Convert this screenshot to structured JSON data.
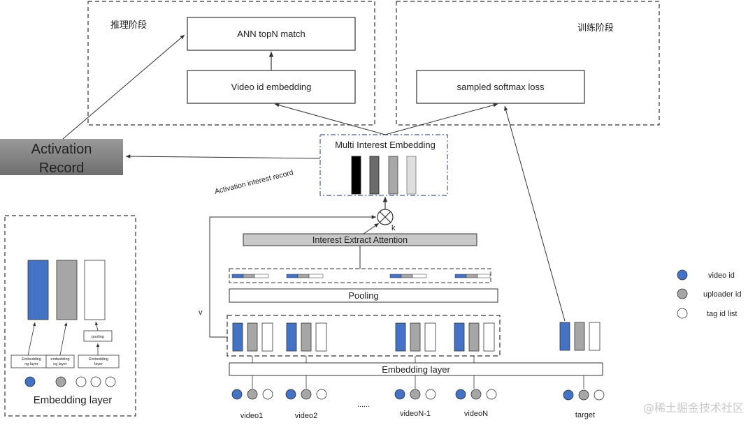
{
  "inference_stage": {
    "title": "推理阶段",
    "ann_box": "ANN topN match",
    "video_embedding_box": "Video id embedding"
  },
  "training_stage": {
    "title": "训练阶段",
    "loss_box": "sampled softmax loss"
  },
  "activation_record": {
    "line1": "Activation",
    "line2": "Record"
  },
  "activation_interest_record_label": "Activation interest  record",
  "multi_interest_embedding": {
    "label": "Multi Interest Embedding",
    "bar_colors": [
      "#000000",
      "#6b6b6b",
      "#a8a8a8",
      "#dedede"
    ]
  },
  "k_label": "k",
  "v_label": "v",
  "interest_extract_attention": "Interest Extract Attention",
  "pooling": "Pooling",
  "embedding_layer": "Embedding layer",
  "ellipsis": "......",
  "videos": [
    "video1",
    "video2",
    "videoN-1",
    "videoN",
    "target"
  ],
  "legend": [
    {
      "label": "video id",
      "color": "#4472c4"
    },
    {
      "label": "uploader id",
      "color": "#a6a6a6"
    },
    {
      "label": "tag id list",
      "color": "#ffffff"
    }
  ],
  "inset": {
    "title": "Embedding layer",
    "pooling_small": "pooling",
    "small_labels": [
      {
        "line1": "Embedding",
        "line2": "ng layer"
      },
      {
        "line1": "embedding",
        "line2": "ng layer"
      },
      {
        "line1": "Embedding",
        "line2": "layer"
      }
    ]
  },
  "watermark": "@稀土掘金技术社区"
}
